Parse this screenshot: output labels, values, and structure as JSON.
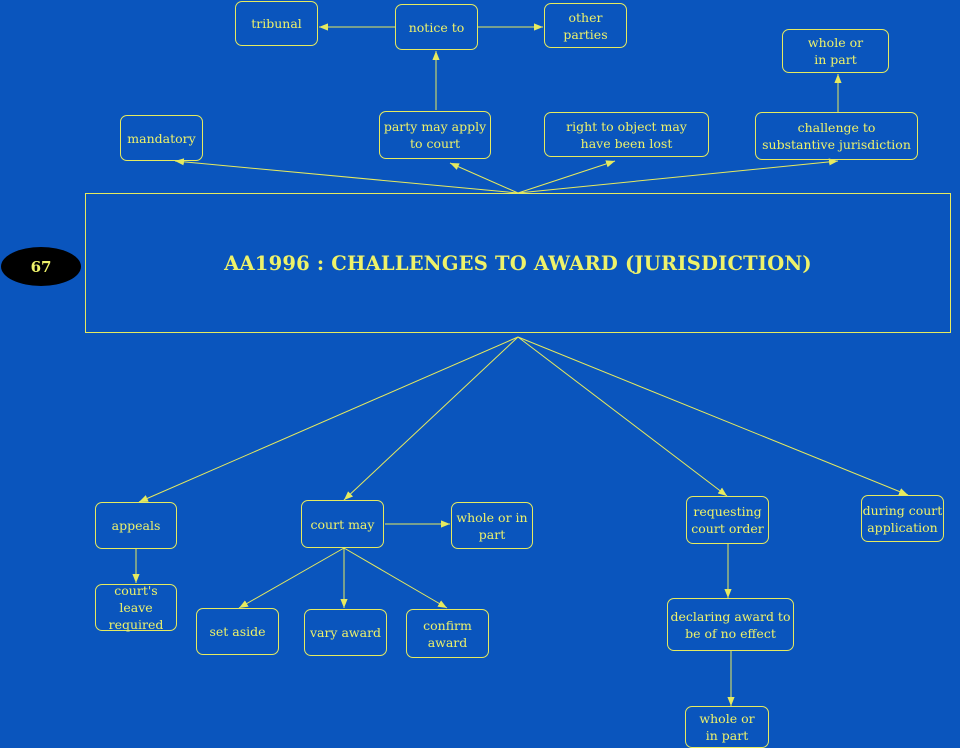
{
  "title": "AA1996 : CHALLENGES TO AWARD (JURISDICTION)",
  "page_number": "67",
  "colors": {
    "background": "#0a55bd",
    "line": "#e6ea5f",
    "text": "#eef26a",
    "badge": "#000000"
  },
  "nodes": {
    "tribunal": "tribunal",
    "notice_to": "notice to",
    "other_parties": "other parties",
    "whole_or_in_part_top": "whole or\nin part",
    "mandatory": "mandatory",
    "party_may_apply": "party may apply\nto court",
    "right_to_object": "right to object may\nhave been lost",
    "challenge_substantive": "challenge to\nsubstantive jurisdiction",
    "appeals": "appeals",
    "courts_leave": "court's leave\nrequired",
    "court_may": "court may",
    "whole_or_in_part_mid": "whole or in\npart",
    "set_aside": "set aside",
    "vary_award": "vary award",
    "confirm_award": "confirm\naward",
    "requesting_court_order": "requesting\ncourt order",
    "during_court_application": "during court\napplication",
    "declaring_award": "declaring award to\nbe of no effect",
    "whole_or_in_part_bottom": "whole or\nin part"
  }
}
